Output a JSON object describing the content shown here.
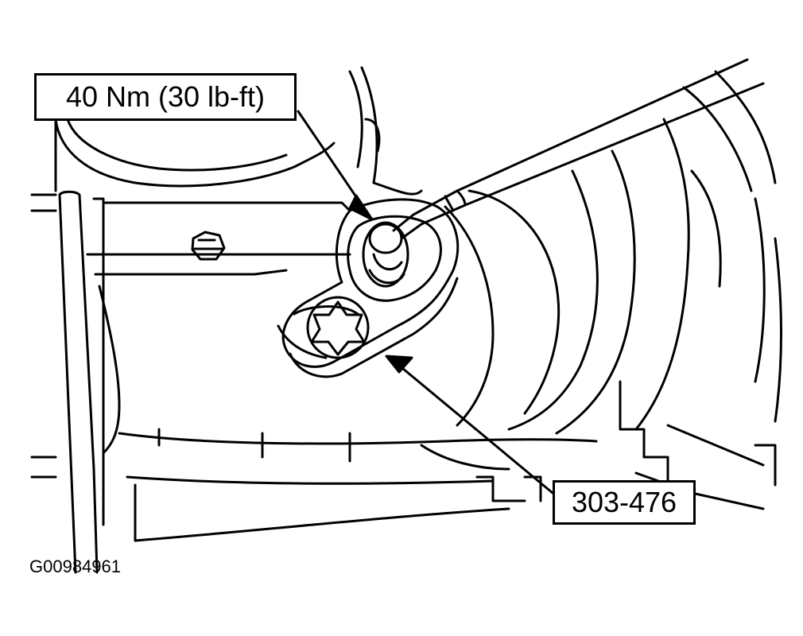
{
  "labels": {
    "torque_spec": "40 Nm (30 lb-ft)",
    "tool_number": "303-476",
    "figure_id": "G00984961"
  },
  "colors": {
    "line": "#000000",
    "background": "#ffffff"
  }
}
